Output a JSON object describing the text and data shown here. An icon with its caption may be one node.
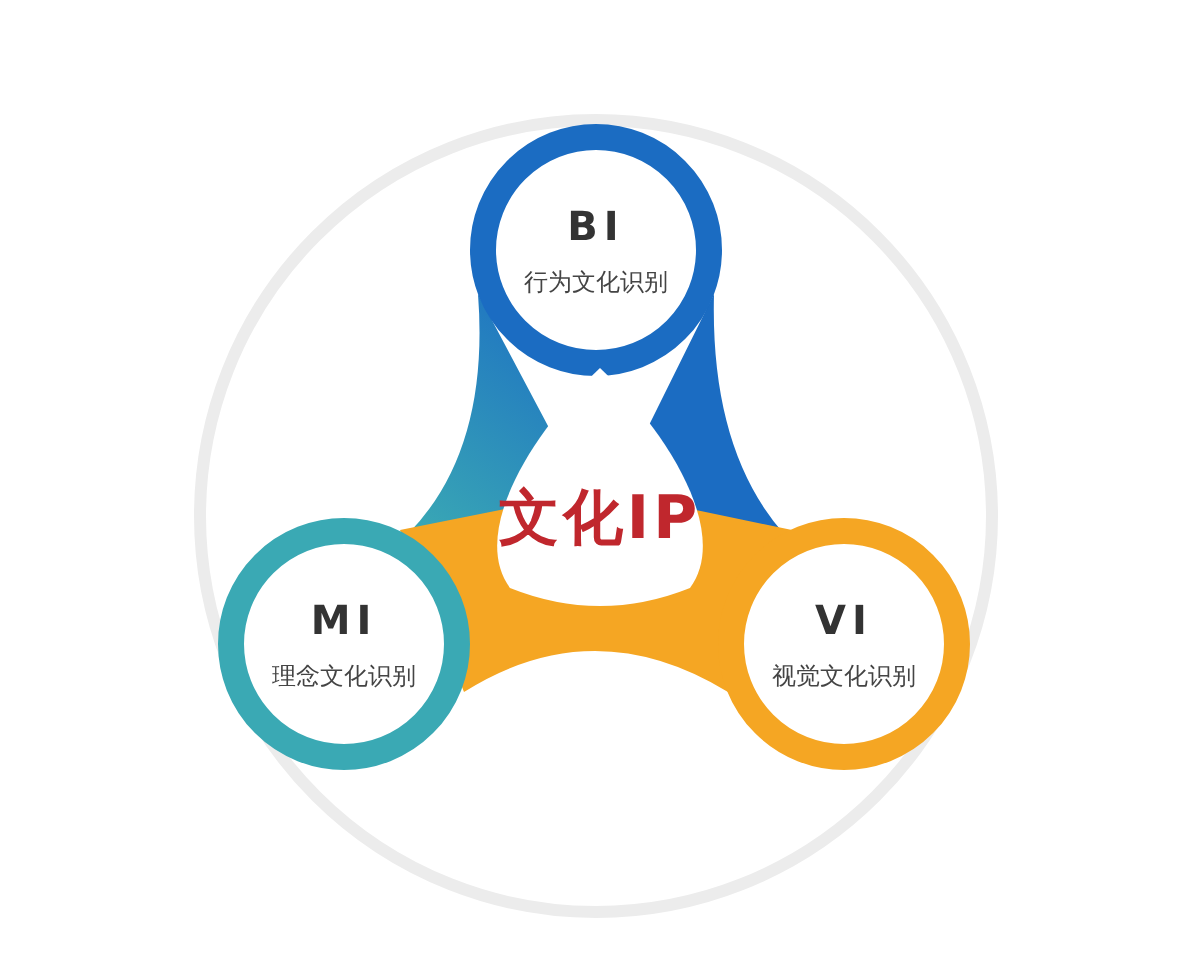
{
  "diagram": {
    "nodes": [
      {
        "text": [
          "BI",
          "行为文化识别"
        ]
      },
      {
        "text": [
          "文化IP"
        ]
      },
      {
        "text": [
          "MI",
          "理念文化识别"
        ]
      },
      {
        "text": [
          "VI",
          "视觉文化识别"
        ]
      }
    ]
  }
}
